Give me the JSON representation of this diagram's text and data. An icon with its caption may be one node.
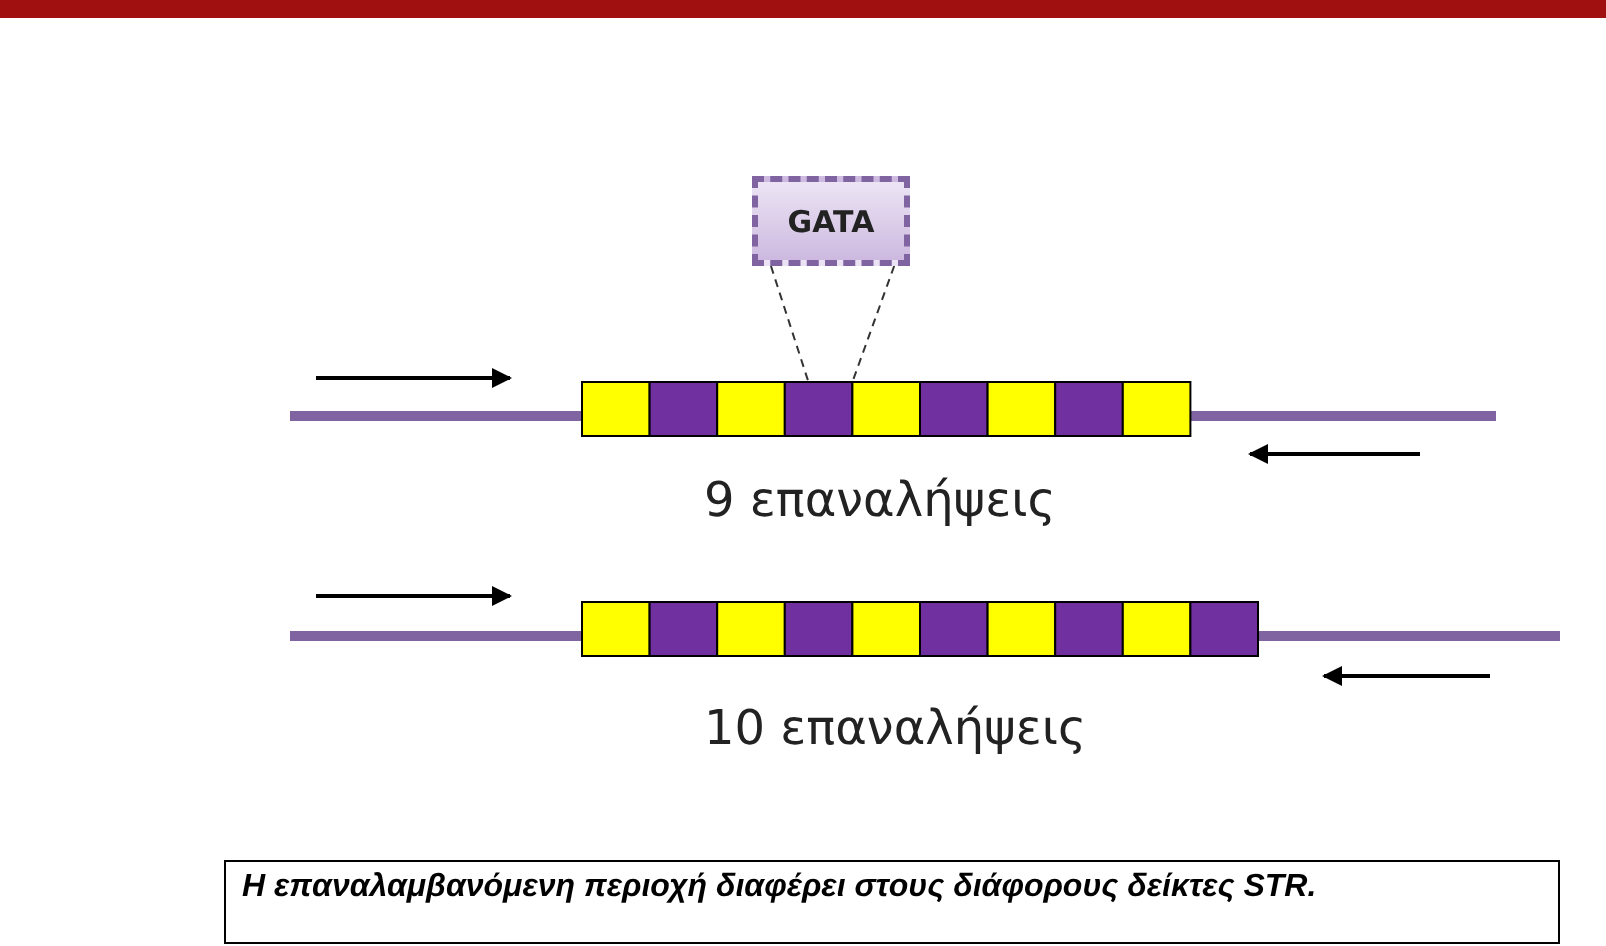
{
  "diagram": {
    "caption": "Η επαναλαμβανόμενη περιοχή διαφέρει στους διάφορους δείκτες STR.",
    "nodes": [
      {
        "text": [
          "GATA"
        ]
      },
      {
        "text": [],
        "shape": "bar"
      },
      {
        "text": [],
        "shape": "bar"
      }
    ],
    "edges": [
      {
        "from": 0,
        "to": 1,
        "arrow": "none",
        "style": "dashed"
      },
      {
        "from": 0,
        "to": 1,
        "arrow": "none",
        "style": "dashed"
      }
    ],
    "labels": [
      "9 επαναλήψεις",
      "10 επαναλήψεις"
    ]
  }
}
